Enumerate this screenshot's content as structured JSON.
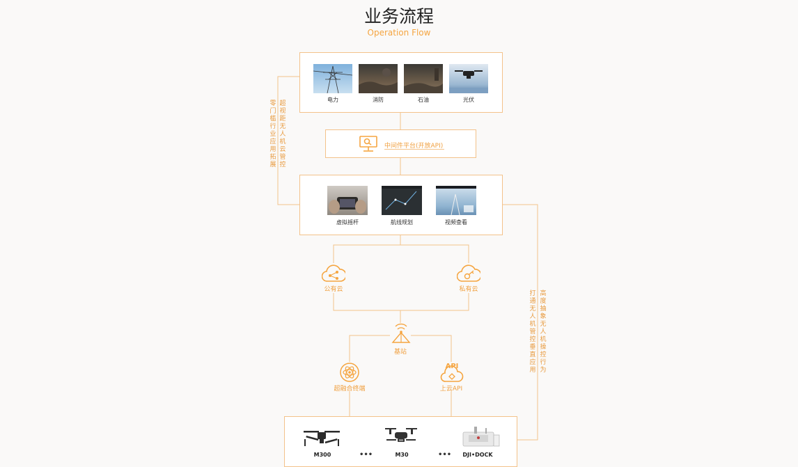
{
  "header": {
    "title": "业务流程",
    "subtitle": "Operation Flow"
  },
  "industries": [
    {
      "label": "电力",
      "icon": "power-tower-icon"
    },
    {
      "label": "消防",
      "icon": "fire-scene-icon"
    },
    {
      "label": "石油",
      "icon": "oil-field-icon"
    },
    {
      "label": "光伏",
      "icon": "solar-drone-icon"
    }
  ],
  "middleware": {
    "label": "中间件平台(开放API)",
    "icon": "monitor-search-icon"
  },
  "functions": [
    {
      "label": "虚拟摇杆",
      "icon": "virtual-joystick-icon"
    },
    {
      "label": "航线规划",
      "icon": "route-planning-icon"
    },
    {
      "label": "视频查看",
      "icon": "video-view-icon"
    }
  ],
  "left_side_text": {
    "col1": "零门槛行业应用拓展",
    "col2": "超视距无人机云管控"
  },
  "right_side_text": {
    "col1": "打通无人机管控垂直应用",
    "col2": "高度抽象无人机操控行为"
  },
  "clouds": {
    "public": "公有云",
    "private": "私有云"
  },
  "base_station": "基站",
  "terminals": {
    "fusion": "超融合终端",
    "cloud_api": "上云API"
  },
  "devices": [
    {
      "label": "M300",
      "icon": "m300-drone-icon"
    },
    {
      "label": "M30",
      "icon": "m30-drone-icon"
    },
    {
      "label": "DJI•DOCK",
      "icon": "dji-dock-icon"
    }
  ],
  "ellipsis": "•••",
  "colors": {
    "accent": "#f5a540",
    "border": "#f3c28a"
  }
}
